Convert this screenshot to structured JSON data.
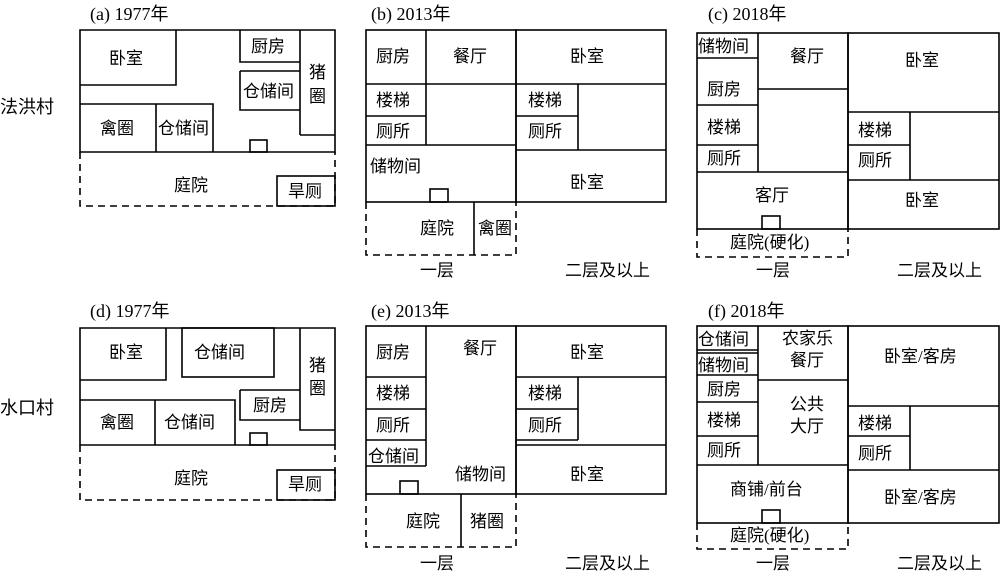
{
  "rows": [
    "法洪村",
    "水口村"
  ],
  "panels": [
    {
      "id": "a",
      "label": "(a) 1977年",
      "rooms": [
        "卧室",
        "厨房",
        "仓储间",
        "猪",
        "圈",
        "禽圈",
        "仓储间",
        "庭院",
        "旱厕"
      ]
    },
    {
      "id": "b",
      "label": "(b) 2013年",
      "rooms": [
        "厨房",
        "餐厅",
        "卧室",
        "楼梯",
        "厕所",
        "储物间",
        "庭院",
        "禽圈",
        "楼梯",
        "厕所",
        "卧室"
      ],
      "floors": [
        "一层",
        "二层及以上"
      ]
    },
    {
      "id": "c",
      "label": "(c) 2018年",
      "rooms": [
        "储物间",
        "餐厅",
        "卧室",
        "厨房",
        "楼梯",
        "厕所",
        "客厅",
        "庭院(硬化)",
        "楼梯",
        "厕所",
        "卧室"
      ],
      "floors": [
        "一层",
        "二层及以上"
      ]
    },
    {
      "id": "d",
      "label": "(d) 1977年",
      "rooms": [
        "卧室",
        "仓储间",
        "猪",
        "圈",
        "禽圈",
        "仓储间",
        "厨房",
        "庭院",
        "旱厕"
      ]
    },
    {
      "id": "e",
      "label": "(e) 2013年",
      "rooms": [
        "厨房",
        "餐厅",
        "卧室",
        "楼梯",
        "厕所",
        "仓储间",
        "储物间",
        "庭院",
        "猪圈",
        "楼梯",
        "厕所",
        "卧室"
      ],
      "floors": [
        "一层",
        "二层及以上"
      ]
    },
    {
      "id": "f",
      "label": "(f) 2018年",
      "rooms": [
        "仓储间",
        "储物间",
        "农家乐",
        "餐厅",
        "卧室/客房",
        "厨房",
        "公共",
        "大厅",
        "楼梯",
        "厕所",
        "商铺/前台",
        "庭院(硬化)",
        "楼梯",
        "厕所",
        "卧室/客房"
      ],
      "floors": [
        "一层",
        "二层及以上"
      ]
    }
  ]
}
